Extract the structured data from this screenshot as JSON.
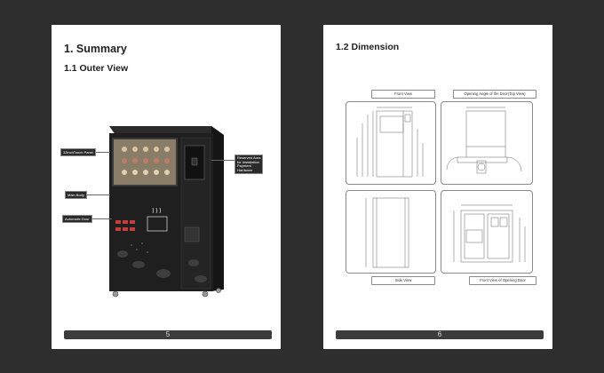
{
  "page_left": {
    "heading": "1. Summary",
    "subheading": "1.1 Outer View",
    "callouts": {
      "touch_panel": "32inchTouch Panel",
      "reserved": [
        "Reserved Area",
        "for Installation",
        "Payment",
        "Hardware"
      ],
      "main_body": "Main Body",
      "door": "Automatic Door"
    },
    "page_number": "5"
  },
  "page_right": {
    "heading": "1.2 Dimension",
    "labels": {
      "front_view": "Front View",
      "opening_angle": "Opening Angle of the Door(Top View)",
      "side_view": "Side View",
      "front_opening": "Front View of Opening Door"
    },
    "page_number": "6"
  },
  "colors": {
    "background": "#2e2e2e",
    "machine_body": "#1f1f1f",
    "screen": "#8a7d68"
  }
}
